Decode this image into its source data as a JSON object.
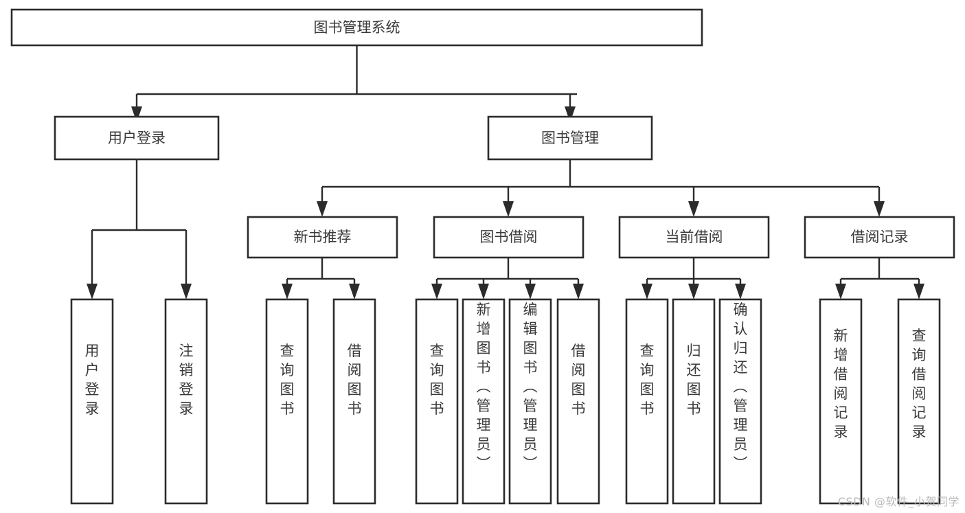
{
  "diagram": {
    "title": "图书管理系统",
    "type": "hierarchy-tree",
    "watermark": "CSDN @软件_小贺同学",
    "colors": {
      "stroke": "#2b2b2b",
      "fill": "#ffffff",
      "text": "#3a3a3a",
      "watermark": "#b9b9b9",
      "background": "#ffffff"
    },
    "root": {
      "label": "图书管理系统"
    },
    "level1": [
      {
        "label": "用户登录"
      },
      {
        "label": "图书管理"
      }
    ],
    "level2": [
      {
        "label": "新书推荐"
      },
      {
        "label": "图书借阅"
      },
      {
        "label": "当前借阅"
      },
      {
        "label": "借阅记录"
      }
    ],
    "leaves": {
      "user_login": [
        {
          "label": "用户登录"
        },
        {
          "label": "注销登录"
        }
      ],
      "new_book_recommend": [
        {
          "label": "查询图书"
        },
        {
          "label": "借阅图书"
        }
      ],
      "book_borrow": [
        {
          "label": "查询图书"
        },
        {
          "label": "新增图书（管理员）"
        },
        {
          "label": "编辑图书（管理员）"
        },
        {
          "label": "借阅图书"
        }
      ],
      "current_borrow": [
        {
          "label": "查询图书"
        },
        {
          "label": "归还图书"
        },
        {
          "label": "确认归还（管理员）"
        }
      ],
      "borrow_record": [
        {
          "label": "新增借阅记录"
        },
        {
          "label": "查询借阅记录"
        }
      ]
    }
  }
}
